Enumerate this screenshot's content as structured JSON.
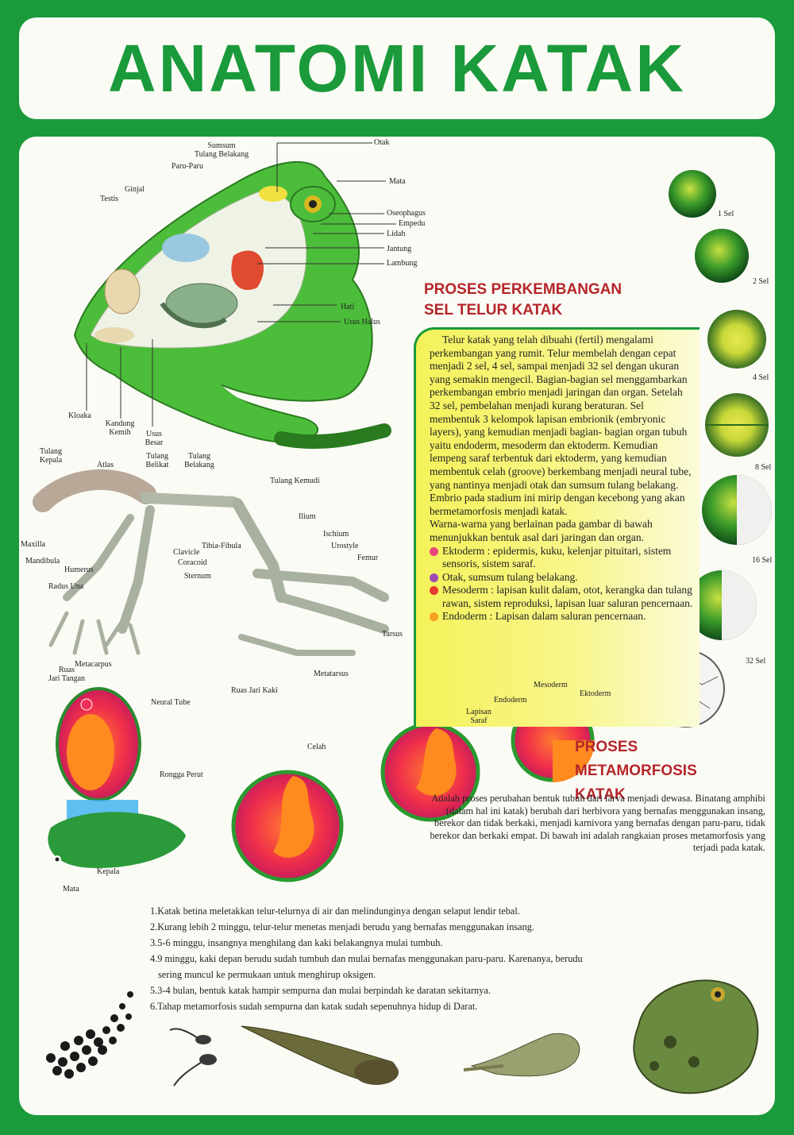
{
  "title": "ANATOMI KATAK",
  "anatomy_labels": {
    "otak": "Otak",
    "sumsum_tulang_belakang": [
      "Sumsum",
      "Tulang Belakang"
    ],
    "paru_paru": "Paru-Paru",
    "ginjal": "Ginjal",
    "testis": "Testis",
    "mata": "Mata",
    "oseophagus": "Oseophagus",
    "empedu": "Empedu",
    "lidah": "Lidah",
    "jantung": "Jantung",
    "lambung": "Lambung",
    "hati": "Hati",
    "usus_halus": "Usus Halus",
    "kloaka": "Kloaka",
    "kandung_kemih": [
      "Kandung",
      "Kemih"
    ],
    "usus_besar": [
      "Usus",
      "Besar"
    ]
  },
  "skeleton_labels": {
    "tulang_kepala": [
      "Tulang",
      "Kepala"
    ],
    "atlas": "Atlas",
    "tulang_belikat": [
      "Tulang",
      "Belikat"
    ],
    "tulang_belakang": [
      "Tulang",
      "Belakang"
    ],
    "tulang_kemudi": "Tulang Kemudi",
    "ilium": "Ilium",
    "ischium": "Ischium",
    "urostyle": "Urostyle",
    "tibia_fibula": "Tibia-Fibula",
    "clavicle": "Clavicle",
    "coracoid": "Coracoid",
    "sternum": "Sternum",
    "femur": "Femur",
    "maxilla": "Maxilla",
    "mandibula": "Mandibula",
    "humerus": "Humerus",
    "radus_una": "Radus Una",
    "tarsus": "Tarsus",
    "metacarpus": "Metacarpus",
    "ruas_jari_tangan": [
      "Ruas",
      "Jari Tangan"
    ],
    "metatarsus": "Metatarsus",
    "ruas_jari_kaki": "Ruas Jari Kaki"
  },
  "cell_labels": [
    "1 Sel",
    "2 Sel",
    "4 Sel",
    "8 Sel",
    "16 Sel",
    "32 Sel"
  ],
  "development": {
    "heading": [
      "PROSES PERKEMBANGAN",
      "SEL TELUR KATAK"
    ],
    "paragraph1": "Telur katak yang telah dibuahi (fertil) mengalami perkembangan yang rumit. Telur membelah dengan cepat menjadi 2 sel, 4 sel, sampai menjadi 32 sel dengan ukuran yang semakin mengecil. Bagian-bagian sel menggambarkan perkembangan embrio menjadi jaringan dan organ. Setelah 32 sel, pembelahan menjadi kurang beraturan. Sel membentuk 3 kelompok lapisan embrionik (embryonic layers), yang kemudian menjadi bagian- bagian organ tubuh yaitu endoderm, mesoderm dan ektoderm. Kemudian lempeng saraf terbentuk dari ektoderm, yang kemudian membentuk celah (groove) berkembang menjadi neural tube, yang nantinya menjadi otak dan sumsum tulang belakang. Embrio pada stadium ini mirip dengan kecebong yang akan bermetamorfosis menjadi katak.",
    "paragraph2": "Warna-warna yang berlainan pada gambar di bawah menunjukkan bentuk asal dari jaringan dan organ.",
    "bullets": [
      {
        "text": "Ektoderm  : epidermis, kuku, kelenjar pituitari, sistem sensoris, sistem saraf.",
        "color": "#e8457a"
      },
      {
        "text": "Otak, sumsum tulang belakang.",
        "color": "#a04ab0"
      },
      {
        "text": "Mesoderm : lapisan kulit dalam, otot, kerangka dan tulang rawan, sistem reproduksi, lapisan luar saluran pencernaan.",
        "color": "#e83a30"
      },
      {
        "text": "Endoderm : Lapisan dalam saluran pencernaan.",
        "color": "#f5a020"
      }
    ]
  },
  "embryo_labels": {
    "neural_tube": "Neural Tube",
    "rongga_perut": "Rongga Perut",
    "mata": "Mata",
    "kepala": "Kepala",
    "celah": "Celah",
    "lapisan_saraf": [
      "Lapisan",
      "Saraf"
    ],
    "endoderm": "Endoderm",
    "mesoderm": "Mesoderm",
    "ektoderm": "Ektoderm"
  },
  "metamorphosis": {
    "heading": [
      "PROSES",
      "METAMORFOSIS",
      "KATAK"
    ],
    "text": "Adalah proses perubahan bentuk tubuh dari larva menjadi dewasa. Binatang amphibi (dalam hal ini katak) berubah dari herbivora yang bernafas menggunakan insang, berekor dan tidak berkaki, menjadi karnivora yang bernafas dengan paru-paru, tidak berekor dan berkaki empat. Di bawah ini adalah rangkaian proses metamorfosis yang terjadi pada katak.",
    "steps": [
      "1.Katak betina meletakkan telur-telurnya di air dan melindunginya dengan selaput lendir tebal.",
      "2.Kurang lebih 2 minggu, telur-telur menetas menjadi berudu yang bernafas menggunakan insang.",
      "3.5-6 minggu, insangnya menghilang dan kaki belakangnya mulai tumbuh.",
      "4.9 minggu, kaki depan berudu sudah tumbuh dan mulai bernafas menggunakan paru-paru. Karenanya, berudu",
      "sering muncul ke permukaan untuk menghirup oksigen.",
      "5.3-4 bulan, bentuk katak hampir sempurna dan mulai berpindah ke daratan sekitarnya.",
      "6.Tahap metamorfosis sudah sempurna dan katak sudah sepenuhnya hidup di Darat."
    ]
  },
  "colors": {
    "green": "#1a9a3a",
    "frog_green": "#4cbd3a",
    "heading_red": "#b5252a",
    "yellow": "#f4f25a"
  }
}
